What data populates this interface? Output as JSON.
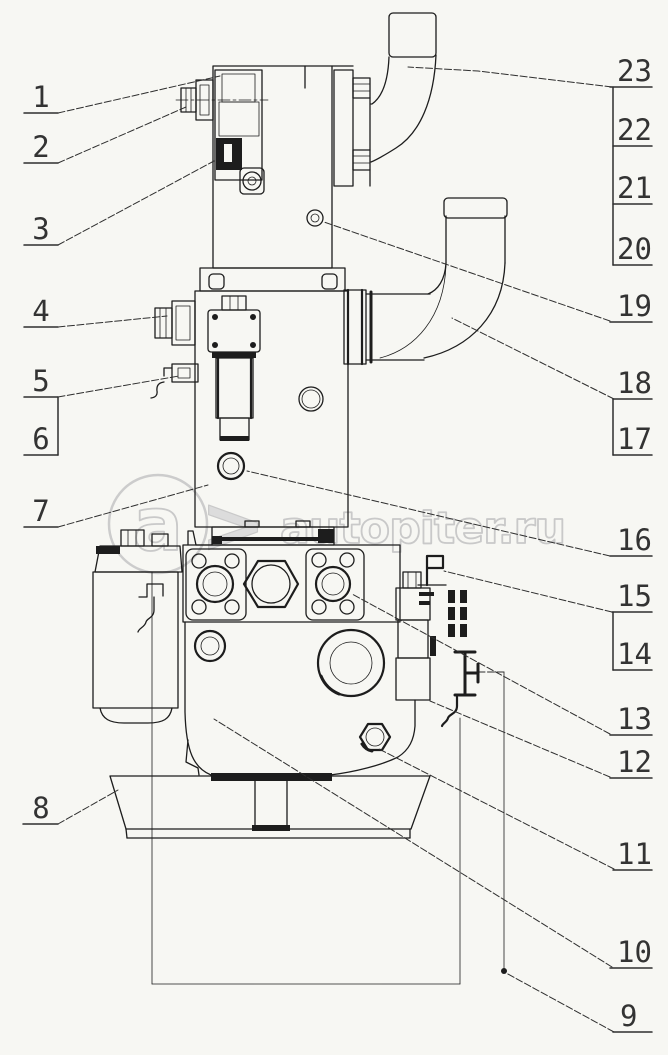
{
  "watermark": {
    "logo": "a",
    "chevron": ">",
    "site": "autopiter.ru",
    "color": "#c9c9c9"
  },
  "callouts": {
    "left": [
      {
        "n": "1"
      },
      {
        "n": "2"
      },
      {
        "n": "3"
      },
      {
        "n": "4"
      },
      {
        "n": "5"
      },
      {
        "n": "6"
      },
      {
        "n": "7"
      },
      {
        "n": "8"
      }
    ],
    "right": [
      {
        "n": "23"
      },
      {
        "n": "22"
      },
      {
        "n": "21"
      },
      {
        "n": "20"
      },
      {
        "n": "19"
      },
      {
        "n": "18"
      },
      {
        "n": "17"
      },
      {
        "n": "16"
      },
      {
        "n": "15"
      },
      {
        "n": "14"
      },
      {
        "n": "13"
      },
      {
        "n": "12"
      },
      {
        "n": "11"
      },
      {
        "n": "10"
      },
      {
        "n": "9"
      }
    ]
  }
}
